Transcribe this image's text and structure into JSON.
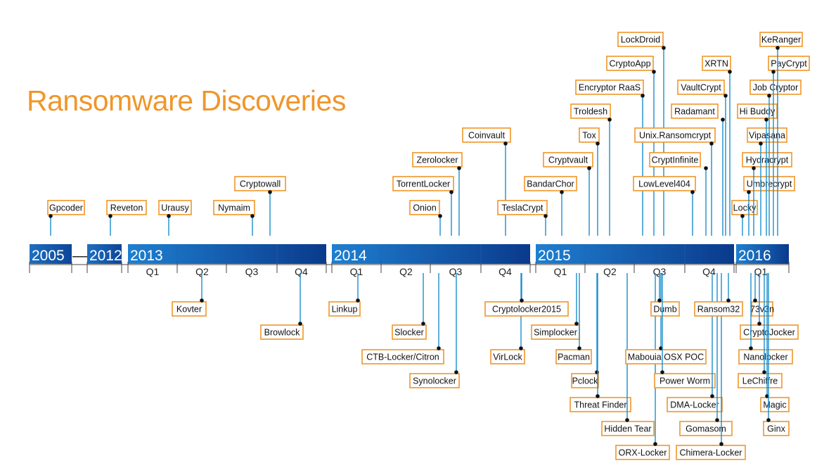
{
  "title": "Ransomware Discoveries",
  "colors": {
    "accent": "#f0962a",
    "bar_dark": "#0a3a8c",
    "bar_light": "#1f7fd0",
    "line": "#1a8fcc",
    "dot": "#111111"
  },
  "years": [
    "2005",
    "2012",
    "2013",
    "2014",
    "2015",
    "2016"
  ],
  "separator": "—",
  "quarters": {
    "2013": [
      "Q1",
      "Q2",
      "Q3",
      "Q4"
    ],
    "2014": [
      "Q1",
      "Q2",
      "Q3",
      "Q4"
    ],
    "2015": [
      "Q1",
      "Q2",
      "Q3",
      "Q4"
    ],
    "2016": [
      "Q1"
    ]
  },
  "events_above": [
    "Gpcoder",
    "Reveton",
    "Urausy",
    "Nymaim",
    "Cryptowall",
    "Onion",
    "TorrentLocker",
    "Zerolocker",
    "Coinvault",
    "TeslaCrypt",
    "BandarChor",
    "Cryptvault",
    "Tox",
    "Troldesh",
    "Encryptor RaaS",
    "CryptoApp",
    "LockDroid",
    "LowLevel404",
    "CryptInfinite",
    "Unix.Ransomcrypt",
    "Radamant",
    "VaultCrypt",
    "XRTN",
    "Locky",
    "Umbrecrypt",
    "Hydracrypt",
    "Vipasana",
    "Hi Buddy",
    "Job Cryptor",
    "PayCrypt",
    "KeRanger"
  ],
  "events_below": [
    "Kovter",
    "Browlock",
    "Linkup",
    "Slocker",
    "CTB-Locker/Citron",
    "Synolocker",
    "VirLock",
    "Cryptolocker2015",
    "Simplocker",
    "Pacman",
    "Pclock",
    "Threat Finder",
    "Hidden Tear",
    "ORX-Locker",
    "Mabouia OSX POC",
    "Dumb",
    "Power Worm",
    "DMA-Locker",
    "Gomasom",
    "Chimera-Locker",
    "Ransom32",
    "73v3n",
    "CryptoJocker",
    "Nanolocker",
    "LeChiffre",
    "Magic",
    "Ginx"
  ]
}
